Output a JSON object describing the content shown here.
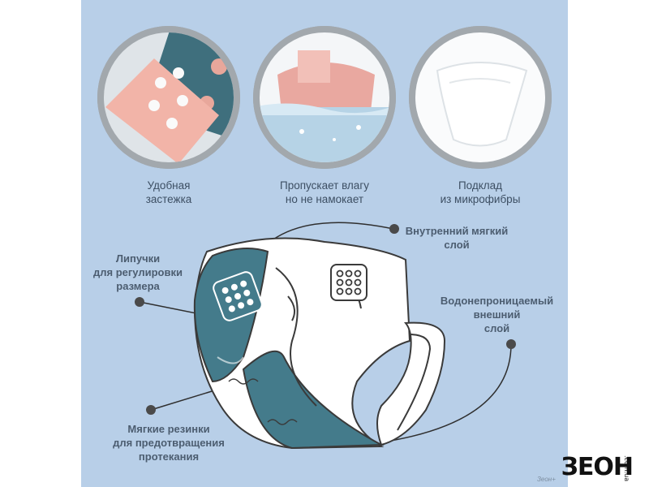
{
  "features": [
    {
      "lines": [
        "Удобная",
        "застежка"
      ]
    },
    {
      "lines": [
        "Пропускает влагу",
        "но не намокает"
      ]
    },
    {
      "lines": [
        "Подклад",
        "из микрофибры"
      ]
    }
  ],
  "callouts": {
    "inner_layer": [
      "Внутренний мягкий",
      "слой"
    ],
    "velcro": [
      "Липучки",
      "для регулировки",
      "размера"
    ],
    "outer_layer": [
      "Водонепроницаемый",
      "внешний",
      "слой"
    ],
    "elastics": [
      "Мягкие резинки",
      "для предотвращения",
      "протекания"
    ]
  },
  "brand": {
    "logo": "ЗЕОН",
    "logo_sub": ".com.ua",
    "watermark": "Зеон+"
  },
  "colors": {
    "panel": "#b8cfe8",
    "teal": "#447b8b",
    "callout_dot": "#4a4a4a",
    "pink": "#f2b4a8"
  }
}
